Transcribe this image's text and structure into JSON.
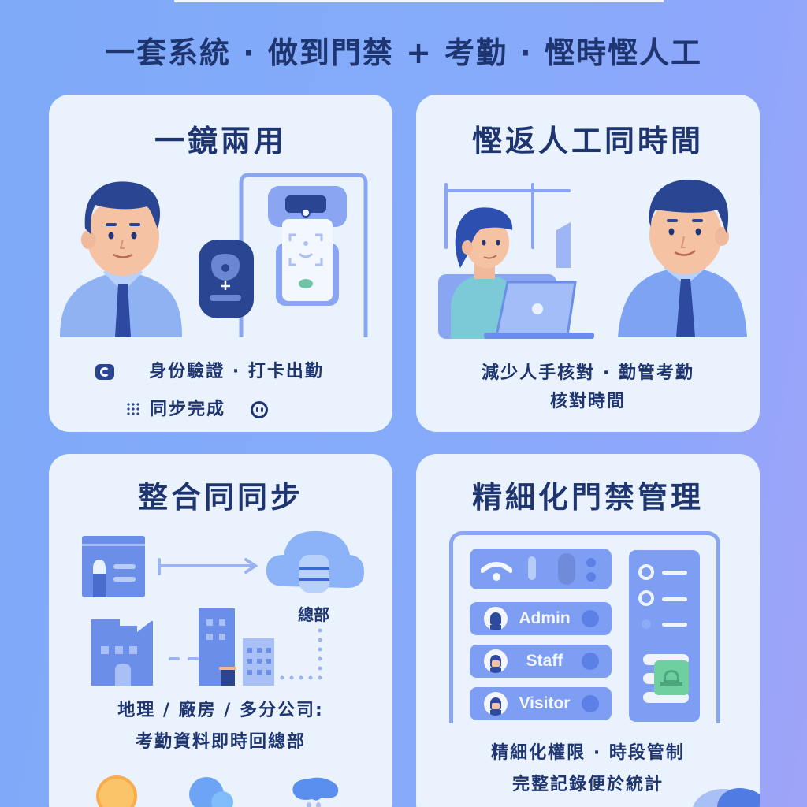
{
  "header": {
    "headline": "一套系統 · 做到門禁 + 考勤 · 慳時慳人工"
  },
  "cards": [
    {
      "title": "一鏡兩用",
      "lines": [
        "身份驗證 · 打卡出勤",
        "同步完成"
      ],
      "icons": [
        "camera-badge-icon",
        "grid-dots-icon",
        "smile-icon"
      ]
    },
    {
      "title": "慳返人工同時間",
      "lines": [
        "減少人手核對 · 勤管考勤",
        "核對時間"
      ]
    },
    {
      "title": "整合同同步",
      "node_label": "總部",
      "lines": [
        "地理 / 廠房 / 多分公司:",
        "考勤資料即時回總部"
      ]
    },
    {
      "title": "精細化門禁管理",
      "roles": [
        {
          "label": "Admin"
        },
        {
          "label": "Staff"
        },
        {
          "label": "Visitor"
        }
      ],
      "lines": [
        "精細化權限 · 時段管制",
        "完整記錄便於統計"
      ]
    }
  ],
  "colors": {
    "navy": "#1e3570",
    "card_bg": "#eaf2fd",
    "accent_blue": "#7d9ef2",
    "deep_blue": "#2d4aa0",
    "green": "#6fcf9e",
    "orange": "#fbb04d"
  }
}
